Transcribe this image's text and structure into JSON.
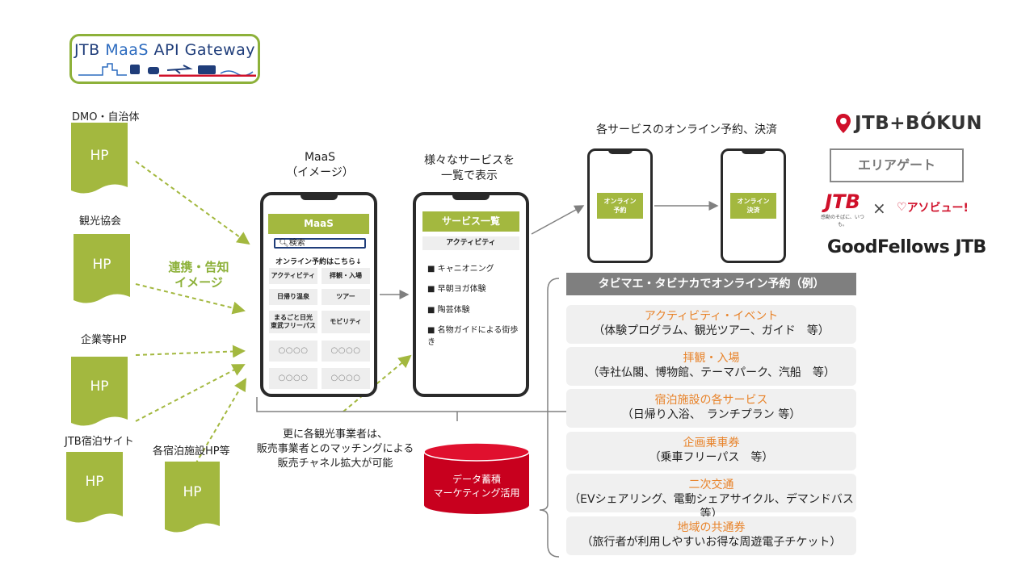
{
  "logo": {
    "title_pre": "JTB ",
    "title_maas": "MaaS",
    "title_post": " API Gateway"
  },
  "sources": [
    {
      "label": "DMO・自治体",
      "hp": "HP"
    },
    {
      "label": "観光協会",
      "hp": "HP"
    },
    {
      "label": "企業等HP",
      "hp": "HP"
    },
    {
      "label": "JTB宿泊サイト",
      "hp": "HP"
    },
    {
      "label": "各宿泊施設HP等",
      "hp": "HP"
    }
  ],
  "link_label": [
    "連携・告知",
    "イメージ"
  ],
  "maas_phone": {
    "caption": [
      "MaaS",
      "（イメージ）"
    ],
    "header": "MaaS",
    "search": "検索",
    "online_prompt": "オンライン予約はこちら↓",
    "cells": [
      "アクティビティ",
      "拝観・入場",
      "日帰り温泉",
      "ツアー",
      "まるごと日光\n東武フリーパス",
      "モビリティ",
      "○○○○",
      "○○○○",
      "○○○○",
      "○○○○"
    ]
  },
  "service_phone": {
    "caption": [
      "様々なサービスを",
      "一覧で表示"
    ],
    "header": "サービス一覧",
    "category": "アクティビティ",
    "items": [
      "■ キャニオニング",
      "■ 早朝ヨガ体験",
      "■ 陶芸体験",
      "■ 名物ガイドによる街歩き"
    ]
  },
  "booking": {
    "caption": "各サービスのオンライン予約、決済",
    "reserve": "オンライン\n予約",
    "pay": "オンライン\n決済"
  },
  "bracket_note": [
    "更に各観光事業者は、",
    "販売事業者とのマッチングによる",
    "販売チャネル拡大が可能"
  ],
  "database": [
    "データ蓄積",
    "マーケティング活用"
  ],
  "brands": {
    "bokun": "JTB+BÓKUN",
    "area_gate": "エリアゲート",
    "jtb": "JTB",
    "jtb_sub": "感動のそばに、いつも。",
    "x": "×",
    "asoview": "アソビュー!",
    "goodfellows": "GoodFellows JTB"
  },
  "list_header": "タビマエ・タビナカでオンライン予約（例）",
  "categories": [
    {
      "title": "アクティビティ・イベント",
      "desc": "（体験プログラム、観光ツアー、ガイド　等）"
    },
    {
      "title": "拝観・入場",
      "desc": "（寺社仏閣、博物館、テーマパーク、汽船　等）"
    },
    {
      "title": "宿泊施設の各サービス",
      "desc": "（日帰り入浴、　ランチプラン 等）"
    },
    {
      "title": "企画乗車券",
      "desc": "（乗車フリーパス　等）"
    },
    {
      "title": "二次交通",
      "desc": "（EVシェアリング、電動シェアサイクル、デマンドバス等）"
    },
    {
      "title": "地域の共通券",
      "desc": "（旅行者が利用しやすいお得な周遊電子チケット）"
    }
  ],
  "colors": {
    "accent_green": "#a3b83f",
    "orange": "#e8832a",
    "red": "#d0102a",
    "gray_header": "#7f7f7f"
  }
}
